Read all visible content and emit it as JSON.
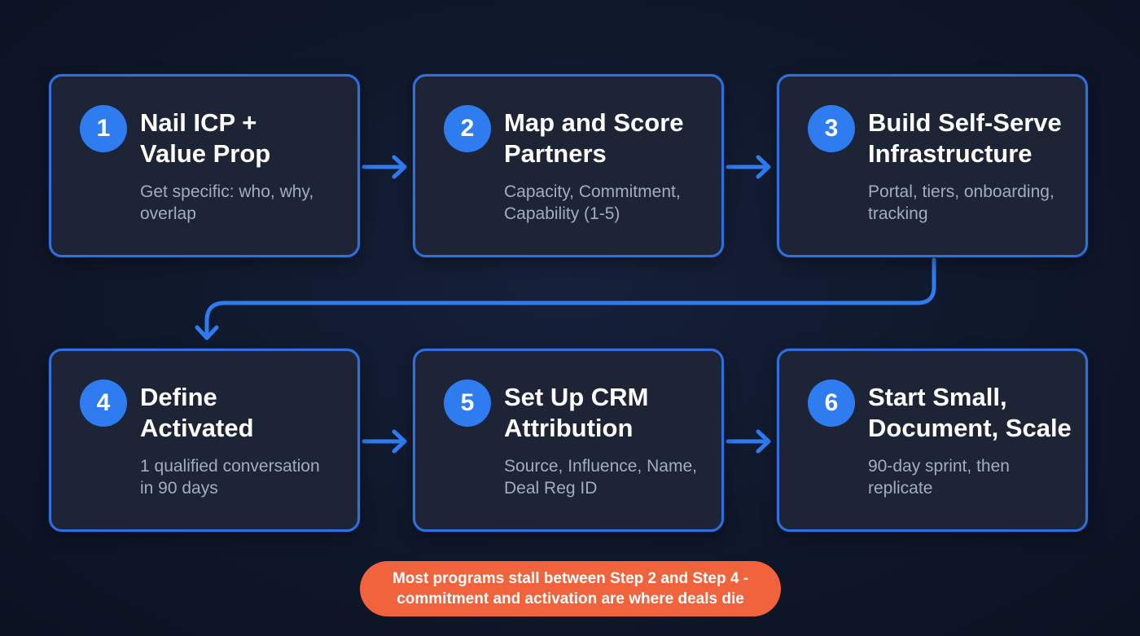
{
  "steps": [
    {
      "number": "1",
      "title": "Nail ICP +\nValue Prop",
      "description": "Get specific: who, why,\noverlap"
    },
    {
      "number": "2",
      "title": "Map and Score\nPartners",
      "description": "Capacity, Commitment,\nCapability (1-5)"
    },
    {
      "number": "3",
      "title": "Build Self-Serve\nInfrastructure",
      "description": "Portal, tiers, onboarding,\ntracking"
    },
    {
      "number": "4",
      "title": "Define\nActivated",
      "description": "1 qualified conversation\nin 90 days"
    },
    {
      "number": "5",
      "title": "Set Up CRM\nAttribution",
      "description": "Source, Influence, Name,\nDeal Reg ID"
    },
    {
      "number": "6",
      "title": "Start Small,\nDocument, Scale",
      "description": "90-day sprint, then\nreplicate"
    }
  ],
  "callout": "Most programs stall between Step 2 and Step 4 -\ncommitment and activation are where deals die",
  "colors": {
    "background": "#0f172a",
    "card_fill": "#1c2436",
    "card_border": "#2f6fe0",
    "number_badge": "#2f7bf0",
    "arrow": "#2f7bf0",
    "callout": "#f0633c"
  }
}
